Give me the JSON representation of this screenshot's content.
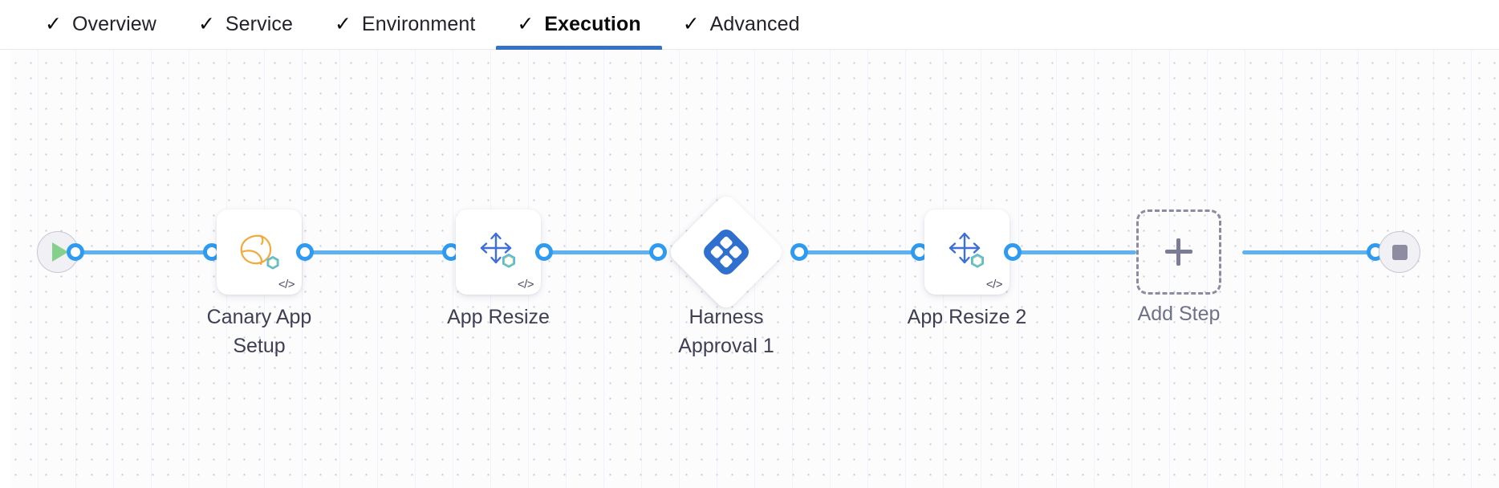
{
  "tabs": [
    {
      "label": "Overview",
      "icon": "check-icon",
      "checked": true,
      "active": false
    },
    {
      "label": "Service",
      "icon": "check-icon",
      "checked": true,
      "active": false
    },
    {
      "label": "Environment",
      "icon": "check-icon",
      "checked": true,
      "active": false
    },
    {
      "label": "Execution",
      "icon": "check-icon",
      "checked": true,
      "active": true
    },
    {
      "label": "Advanced",
      "icon": "check-icon",
      "checked": true,
      "active": false
    }
  ],
  "tab_check_glyph": "✓",
  "pipeline": {
    "start_node": {
      "name": "start-node",
      "icon": "play-icon"
    },
    "end_node": {
      "name": "end-node",
      "icon": "stop-icon"
    },
    "steps": [
      {
        "label": "Canary App\nSetup",
        "shape": "card",
        "icon": "canary-bird-icon",
        "badge": "</>",
        "has_hex_badge": true
      },
      {
        "label": "App Resize",
        "shape": "card",
        "icon": "resize-arrows-icon",
        "badge": "</>",
        "has_hex_badge": true
      },
      {
        "label": "Harness\nApproval 1",
        "shape": "diamond",
        "icon": "harness-logo-icon",
        "badge": "",
        "has_hex_badge": false
      },
      {
        "label": "App Resize 2",
        "shape": "card",
        "icon": "resize-arrows-icon",
        "badge": "</>",
        "has_hex_badge": true
      }
    ],
    "add_step": {
      "label": "Add Step",
      "icon": "plus-icon"
    }
  },
  "colors": {
    "edge": "#5fb2ef",
    "port_ring": "#2f9bf0",
    "active_tab_underline": "#3573c6",
    "canary_icon": "#f4a93a",
    "resize_icon": "#3f6fd8",
    "harness_blue": "#2f6fd0",
    "play_green": "#85d08a",
    "stop_gray": "#8d8ca0",
    "label_text": "#3e3f52",
    "add_step_text": "#6f7189"
  }
}
